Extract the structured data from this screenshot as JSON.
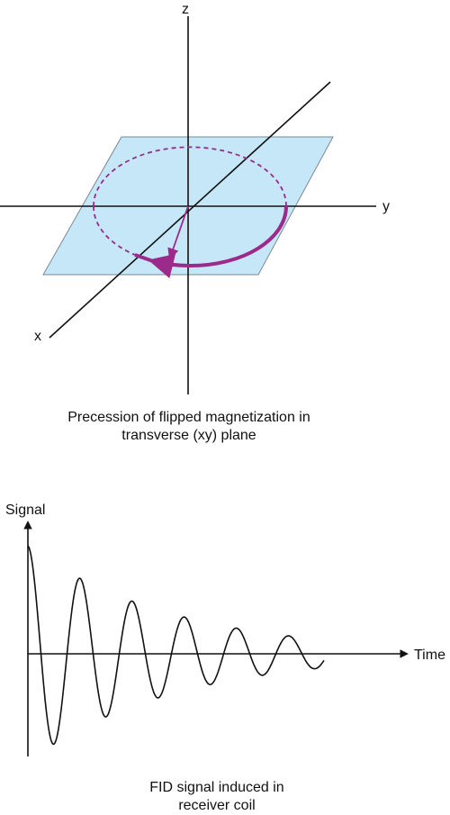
{
  "top_diagram": {
    "axes": {
      "z": "z",
      "y": "y",
      "x": "x"
    },
    "caption_lines": [
      "Precession of flipped magnetization in",
      "transverse (xy) plane"
    ],
    "colors": {
      "plane_fill": "#c5e7f8",
      "plane_stroke": "#7a8a93",
      "precession": "#9b2a8a",
      "axis": "#111111"
    }
  },
  "bottom_diagram": {
    "y_axis_label": "Signal",
    "x_axis_label": "Time",
    "caption_lines": [
      "FID signal induced in",
      "receiver coil"
    ],
    "colors": {
      "signal": "#111111"
    }
  }
}
